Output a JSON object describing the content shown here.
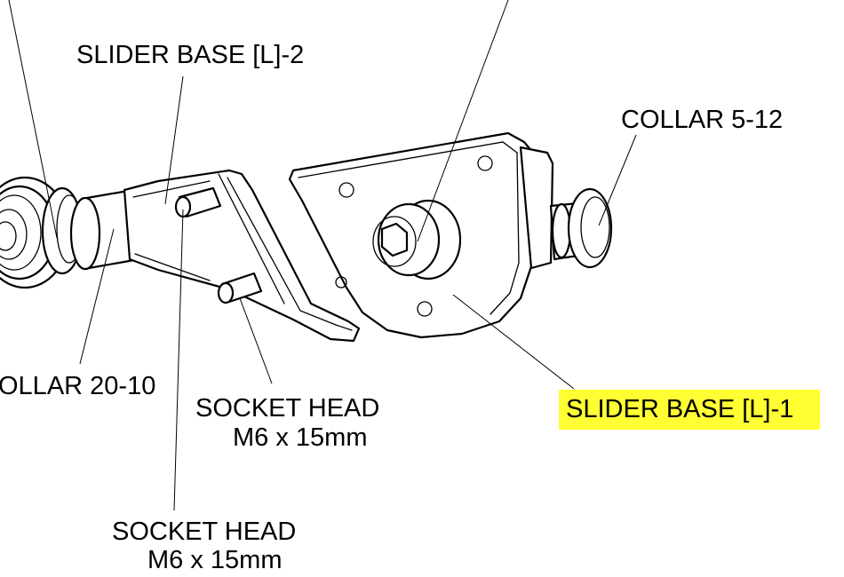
{
  "labels": {
    "slider_base_l2": "SLIDER BASE [L]-2",
    "collar_5_12": "COLLAR 5-12",
    "collar_20_10": "OLLAR 20-10",
    "socket_head_1_line1": "SOCKET HEAD",
    "socket_head_1_line2": "M6 x 15mm",
    "slider_base_l1": "SLIDER BASE [L]-1",
    "socket_head_2_line1": "SOCKET HEAD",
    "socket_head_2_line2": "M6 x 15mm"
  },
  "colors": {
    "highlight": "#ffff33",
    "line": "#000000"
  }
}
